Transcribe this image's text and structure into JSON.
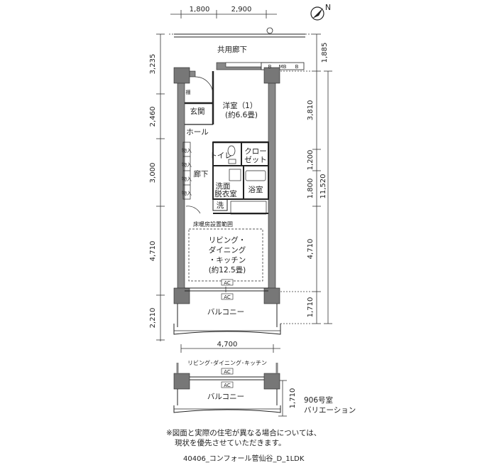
{
  "top_dims": [
    "1,800",
    "2,900"
  ],
  "left_dims": [
    "3,235",
    "2,460",
    "3,000",
    "4,710",
    "2,210"
  ],
  "right_dims": [
    "1,885",
    "3,810",
    "1,200",
    "1,800",
    "4,710",
    "1,710"
  ],
  "right_total": "11,520",
  "bottom_dim": "4,700",
  "variation_dim": "1,710",
  "rooms": {
    "corridor": "共用廊下",
    "western_room": "洋室（1）",
    "western_room_size": "(約6.6畳)",
    "entrance": "玄関",
    "hall": "ホール",
    "toilet": "トイレ",
    "closet_1": "クロー",
    "closet_2": "ゼット",
    "hallway": "廊下",
    "washroom_1": "洗面",
    "washroom_2": "脱衣室",
    "bath": "浴室",
    "washer": "洗",
    "floor_heating": "床暖房設置範囲",
    "ldk_1": "リビング・",
    "ldk_2": "ダイニング",
    "ldk_3": "・キッチン",
    "ldk_size": "(約12.5畳)",
    "balcony": "バルコニー",
    "variation_room": "リビング･ダイニング･キッチン",
    "variation_balcony": "バルコニー"
  },
  "symbols": {
    "ac": "AC",
    "mb": "MB",
    "b": "B",
    "shoe": "棚",
    "storage": "物入"
  },
  "variation_label": [
    "906号室",
    "バリエーション"
  ],
  "notes": [
    "※図面と実際の住宅が異なる場合については、",
    "現状を優先させていただきます。"
  ],
  "footer": "40406_コンフォール菅仙谷_D_1LDK",
  "compass": "N"
}
